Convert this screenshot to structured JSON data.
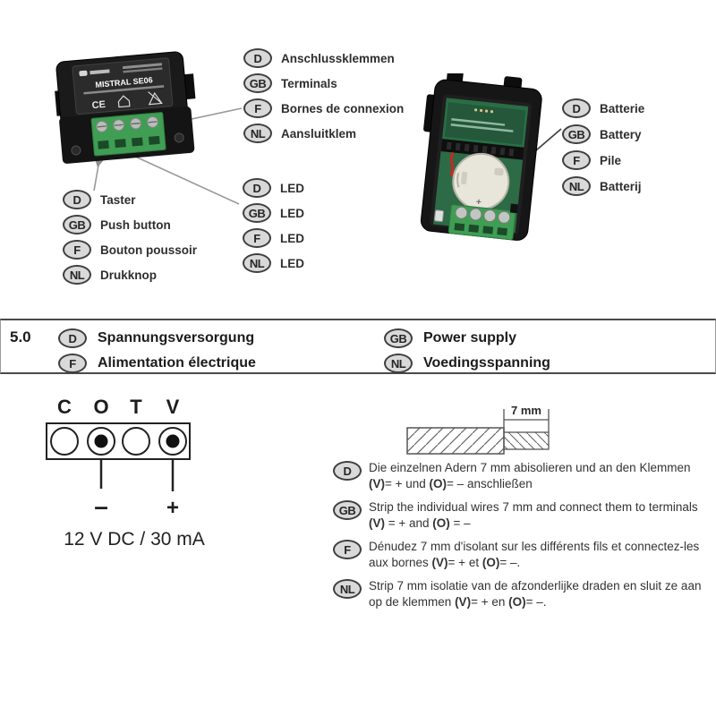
{
  "colors": {
    "terminal_green": "#3f9e54",
    "pcb_green": "#2c6b45",
    "device_black": "#1a1a1a",
    "callout_line": "#999999",
    "rule": "#4a4a4a",
    "badge_fill": "#d9d9d9",
    "wire_red": "#c62828"
  },
  "devices": {
    "left": {
      "label": "MISTRAL SE06",
      "ce_mark": "CE"
    },
    "right": {
      "battery_plus": "+"
    }
  },
  "callouts": {
    "terminals": {
      "items": [
        {
          "lang": "D",
          "text": "Anschlussklemmen"
        },
        {
          "lang": "GB",
          "text": "Terminals"
        },
        {
          "lang": "F",
          "text": "Bornes de connexion"
        },
        {
          "lang": "NL",
          "text": "Aansluitklem"
        }
      ]
    },
    "push_button": {
      "items": [
        {
          "lang": "D",
          "text": "Taster"
        },
        {
          "lang": "GB",
          "text": "Push button"
        },
        {
          "lang": "F",
          "text": "Bouton poussoir"
        },
        {
          "lang": "NL",
          "text": "Drukknop"
        }
      ]
    },
    "led": {
      "items": [
        {
          "lang": "D",
          "text": "LED"
        },
        {
          "lang": "GB",
          "text": "LED"
        },
        {
          "lang": "F",
          "text": "LED"
        },
        {
          "lang": "NL",
          "text": "LED"
        }
      ]
    },
    "battery": {
      "items": [
        {
          "lang": "D",
          "text": "Batterie"
        },
        {
          "lang": "GB",
          "text": "Battery"
        },
        {
          "lang": "F",
          "text": "Pile"
        },
        {
          "lang": "NL",
          "text": "Batterij"
        }
      ]
    }
  },
  "section": {
    "number": "5.0",
    "left_rows": [
      {
        "lang": "D",
        "text": "Spannungsversorgung"
      },
      {
        "lang": "F",
        "text": "Alimentation électrique"
      }
    ],
    "right_rows": [
      {
        "lang": "GB",
        "text": "Power supply"
      },
      {
        "lang": "NL",
        "text": "Voedingsspanning"
      }
    ]
  },
  "terminal_diagram": {
    "labels": [
      "C",
      "O",
      "T",
      "V"
    ],
    "minus": "–",
    "plus": "+",
    "caption": "12 V DC / 30 mA"
  },
  "strip_diagram": {
    "dimension": "7 mm"
  },
  "instructions": [
    {
      "lang": "D",
      "segments": [
        {
          "t": "Die einzelnen Adern 7 mm abisolieren und an den Klemmen "
        },
        {
          "t": "(V)",
          "b": true
        },
        {
          "t": "= + und "
        },
        {
          "t": "(O)",
          "b": true
        },
        {
          "t": "= – anschließen"
        }
      ]
    },
    {
      "lang": "GB",
      "segments": [
        {
          "t": "Strip the individual wires 7 mm and connect them to terminals "
        },
        {
          "t": "(V)",
          "b": true
        },
        {
          "t": " = + and "
        },
        {
          "t": "(O)",
          "b": true
        },
        {
          "t": " = –"
        }
      ]
    },
    {
      "lang": "F",
      "segments": [
        {
          "t": "Dénudez 7 mm d'isolant sur les différents fils et connectez-les aux bornes "
        },
        {
          "t": "(V)",
          "b": true
        },
        {
          "t": "= + et "
        },
        {
          "t": "(O)",
          "b": true
        },
        {
          "t": "= –."
        }
      ]
    },
    {
      "lang": "NL",
      "segments": [
        {
          "t": "Strip 7 mm isolatie van de afzonderlijke draden en sluit ze aan op de klemmen "
        },
        {
          "t": "(V)",
          "b": true
        },
        {
          "t": "= + en "
        },
        {
          "t": "(O)",
          "b": true
        },
        {
          "t": "= –."
        }
      ]
    }
  ]
}
